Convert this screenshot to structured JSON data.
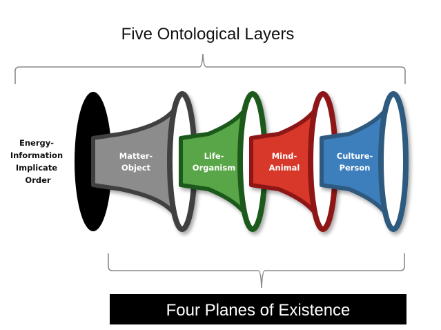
{
  "diagram": {
    "title": "Five Ontological Layers",
    "bottom_label": "Four Planes of Existence",
    "source_layer": {
      "label_lines": [
        "Energy-",
        "Information",
        "Implicate",
        "Order"
      ],
      "color": "#000000"
    },
    "layers": [
      {
        "id": "matter-object",
        "label_lines": [
          "Matter-",
          "Object"
        ],
        "fill": "#8c8c8c",
        "edge": "#404040"
      },
      {
        "id": "life-organism",
        "label_lines": [
          "Life-",
          "Organism"
        ],
        "fill": "#58a646",
        "edge": "#1f5a1f"
      },
      {
        "id": "mind-animal",
        "label_lines": [
          "Mind-",
          "Animal"
        ],
        "fill": "#d8392b",
        "edge": "#8e1414"
      },
      {
        "id": "culture-person",
        "label_lines": [
          "Culture-",
          "Person"
        ],
        "fill": "#3d7fbd",
        "edge": "#2f5a80"
      }
    ]
  }
}
